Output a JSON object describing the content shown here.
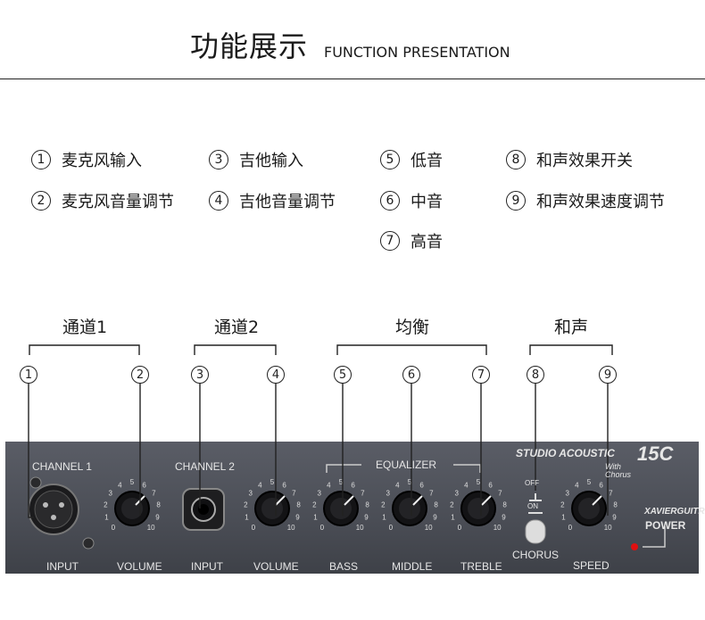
{
  "header": {
    "title_cn": "功能展示",
    "title_en": "FUNCTION PRESENTATION"
  },
  "legend": [
    {
      "num": "1",
      "text": "麦克风输入"
    },
    {
      "num": "2",
      "text": "麦克风音量调节"
    },
    {
      "num": "3",
      "text": "吉他输入"
    },
    {
      "num": "4",
      "text": "吉他音量调节"
    },
    {
      "num": "5",
      "text": "低音"
    },
    {
      "num": "6",
      "text": "中音"
    },
    {
      "num": "7",
      "text": "高音"
    },
    {
      "num": "8",
      "text": "和声效果开关"
    },
    {
      "num": "9",
      "text": "和声效果速度调节"
    }
  ],
  "groups": [
    {
      "label": "通道1"
    },
    {
      "label": "通道2"
    },
    {
      "label": "均衡"
    },
    {
      "label": "和声"
    }
  ],
  "markers": [
    "1",
    "2",
    "3",
    "4",
    "5",
    "6",
    "7",
    "8",
    "9"
  ],
  "panel": {
    "brand": "STUDIO ACOUSTIC",
    "model": "15C",
    "with_chorus": "With Chorus",
    "maker": "XAVIERGUITRF",
    "power": "POWER",
    "channel1": "CHANNEL 1",
    "channel2": "CHANNEL 2",
    "equalizer": "EQUALIZER",
    "labels": {
      "input1": "INPUT",
      "volume1": "VOLUME",
      "input2": "INPUT",
      "volume2": "VOLUME",
      "bass": "BASS",
      "middle": "MIDDLE",
      "treble": "TREBLE",
      "chorus": "CHORUS",
      "speed": "SPEED"
    },
    "switch_off": "OFF",
    "switch_on": "ON",
    "scale": [
      "0",
      "1",
      "2",
      "3",
      "4",
      "5",
      "6",
      "7",
      "8",
      "9",
      "10"
    ],
    "colors": {
      "panel": "#4c4f57",
      "power_led": "#e01010",
      "text": "#e6e6e6"
    }
  }
}
